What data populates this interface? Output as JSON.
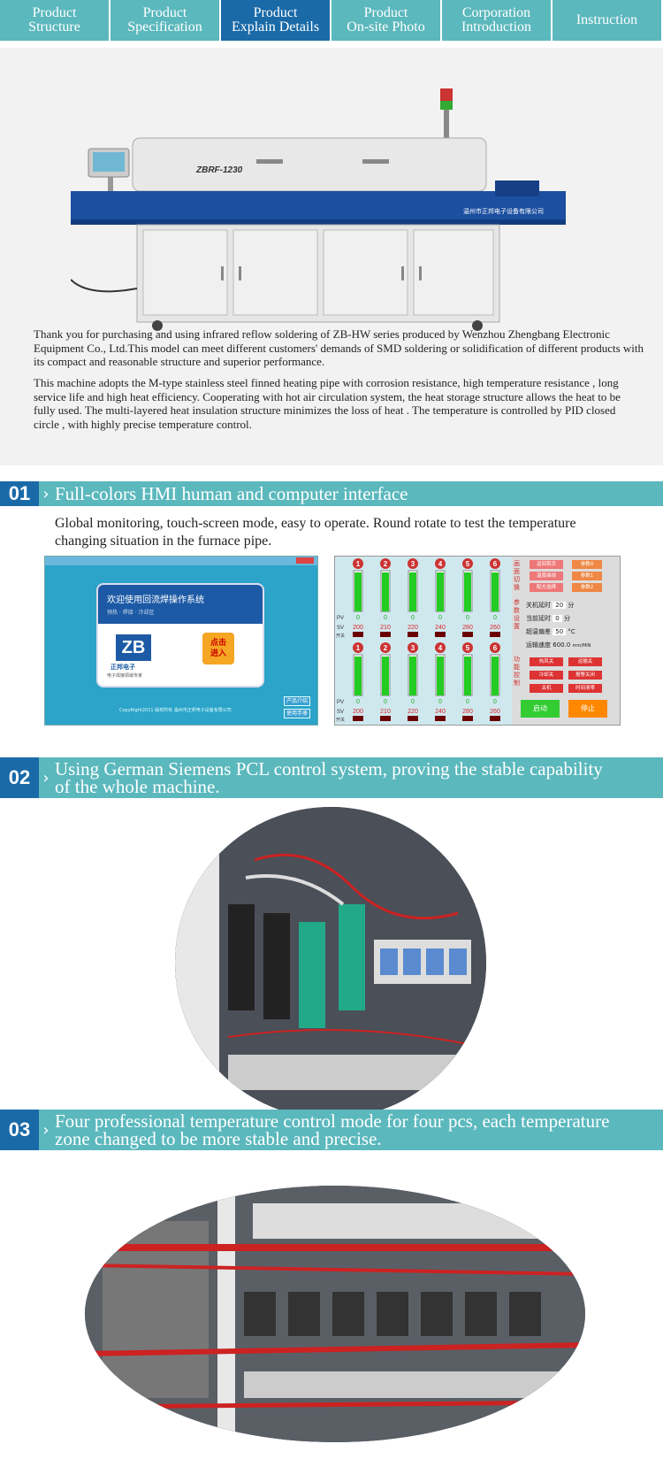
{
  "nav": {
    "tabs": [
      {
        "label": "Product\nStructure",
        "active": false
      },
      {
        "label": "Product\nSpecification",
        "active": false
      },
      {
        "label": "Product\nExplain Details",
        "active": true
      },
      {
        "label": "Product\nOn-site Photo",
        "active": false
      },
      {
        "label": "Corporation\nIntroduction",
        "active": false
      },
      {
        "label": "Instruction",
        "active": false
      }
    ]
  },
  "hero": {
    "model_label": "ZBRF-1230",
    "company_plate": "温州市正邦电子设备有限公司",
    "para1": "Thank you for purchasing and using infrared reflow soldering of ZB-HW series produced by Wenzhou Zhengbang Electronic Equipment Co., Ltd.This model can meet different customers' demands of SMD soldering or solidification of different products with its compact and reasonable structure and superior performance.",
    "para2": "This machine adopts the M-type stainless steel finned heating pipe with corrosion resistance, high temperature resistance , long service life and high heat efficiency. Cooperating with hot air circulation system, the heat storage structure allows the heat to be fully used. The multi-layered heat insulation structure minimizes the loss of heat . The temperature is controlled by PID closed circle , with highly precise temperature control."
  },
  "sections": [
    {
      "num": "01",
      "title": "Full-colors HMI human and computer interface"
    },
    {
      "num": "02",
      "title": "Using German Siemens PCL control system, proving the stable capability of the whole machine."
    },
    {
      "num": "03",
      "title": "Four professional temperature control mode for four pcs, each temperature zone changed to be more stable and precise."
    }
  ],
  "section1_text": "Global monitoring, touch-screen mode, easy to operate. Round rotate to test the temperature changing situation in the furnace pipe.",
  "hmi_welcome": {
    "title": "欢迎使用回流焊操作系统",
    "subtitle": "预热 · 焊接 · 冷却区",
    "logo_text": "正邦电子",
    "logo_sub": "电子焊接领域专家",
    "enter_button": "点击\n进入",
    "footer": "CopyRight2011  版权所有  温州市正邦电子设备有限公司",
    "side_btn1": "产品介绍",
    "side_btn2": "使用手册"
  },
  "hmi_control": {
    "row_labels": {
      "pv": "PV",
      "sv": "SV",
      "switch": "开关"
    },
    "zones_top": [
      {
        "num": "1",
        "pv": "0",
        "sv": "200"
      },
      {
        "num": "2",
        "pv": "0",
        "sv": "210"
      },
      {
        "num": "3",
        "pv": "0",
        "sv": "220"
      },
      {
        "num": "4",
        "pv": "0",
        "sv": "240"
      },
      {
        "num": "5",
        "pv": "0",
        "sv": "280"
      },
      {
        "num": "6",
        "pv": "0",
        "sv": "260"
      }
    ],
    "zones_bottom": [
      {
        "num": "1",
        "pv": "0",
        "sv": "200"
      },
      {
        "num": "2",
        "pv": "0",
        "sv": "210"
      },
      {
        "num": "3",
        "pv": "0",
        "sv": "220"
      },
      {
        "num": "4",
        "pv": "0",
        "sv": "240"
      },
      {
        "num": "5",
        "pv": "0",
        "sv": "280"
      },
      {
        "num": "6",
        "pv": "0",
        "sv": "260"
      }
    ],
    "screen_switch_label": "画面切换",
    "screen_buttons": [
      "返回首页",
      "温度曲线",
      "配方选择"
    ],
    "param_buttons": [
      "参数0",
      "参数1",
      "参数2"
    ],
    "param_settings_label": "参数设置",
    "params": [
      {
        "label": "关机延时",
        "value": "20",
        "unit": "分"
      },
      {
        "label": "当前延时",
        "value": "0",
        "unit": "分"
      },
      {
        "label": "超温偏差",
        "value": "50",
        "unit": "°C"
      }
    ],
    "speed": {
      "label": "运输速度",
      "value": "600.0",
      "unit": "mm/MIN"
    },
    "function_label": "功能控制",
    "function_buttons": [
      "热风关",
      "运输关",
      "冷却关",
      "报警关闭",
      "关机",
      "时间清零"
    ],
    "start_button": "启动",
    "stop_button": "停止"
  },
  "colors": {
    "teal": "#5bb8bd",
    "blue": "#1a6aa8"
  }
}
